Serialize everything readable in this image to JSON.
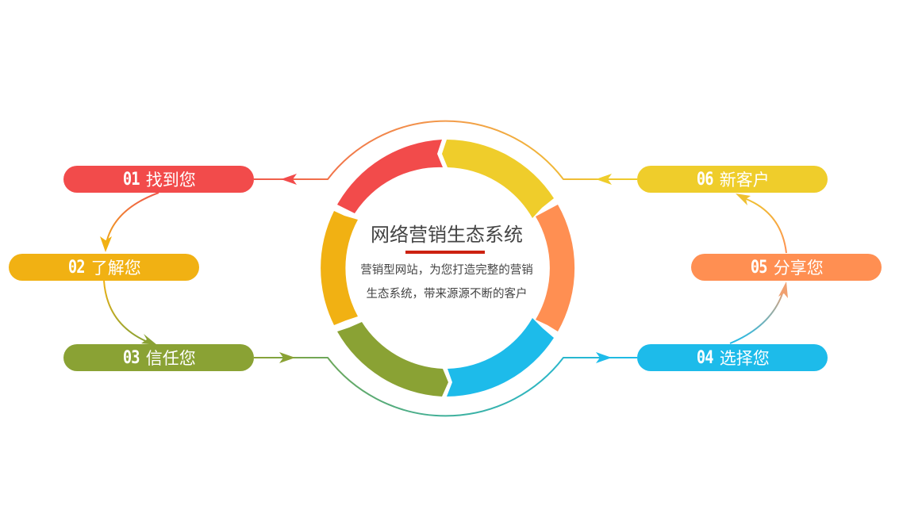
{
  "center": {
    "title": "网络营销生态系统",
    "description": "营销型网站，为您打造完整的营销生态系统，带来源源不断的客户",
    "underline_color": "#cc2211"
  },
  "steps": [
    {
      "num": "01",
      "label": "找到您",
      "color": "#f24b4b"
    },
    {
      "num": "02",
      "label": "了解您",
      "color": "#f1b113"
    },
    {
      "num": "03",
      "label": "信任您",
      "color": "#8aa234"
    },
    {
      "num": "04",
      "label": "选择您",
      "color": "#1dbbea"
    },
    {
      "num": "05",
      "label": "分享您",
      "color": "#ff8f52"
    },
    {
      "num": "06",
      "label": "新客户",
      "color": "#efcd2b"
    }
  ],
  "ring_segments": [
    {
      "name": "red",
      "color": "#f24b4b"
    },
    {
      "name": "yellow",
      "color": "#efcd2b"
    },
    {
      "name": "orange",
      "color": "#ff8f52"
    },
    {
      "name": "blue",
      "color": "#1dbbea"
    },
    {
      "name": "green",
      "color": "#8aa234"
    },
    {
      "name": "amber",
      "color": "#f1b113"
    }
  ]
}
